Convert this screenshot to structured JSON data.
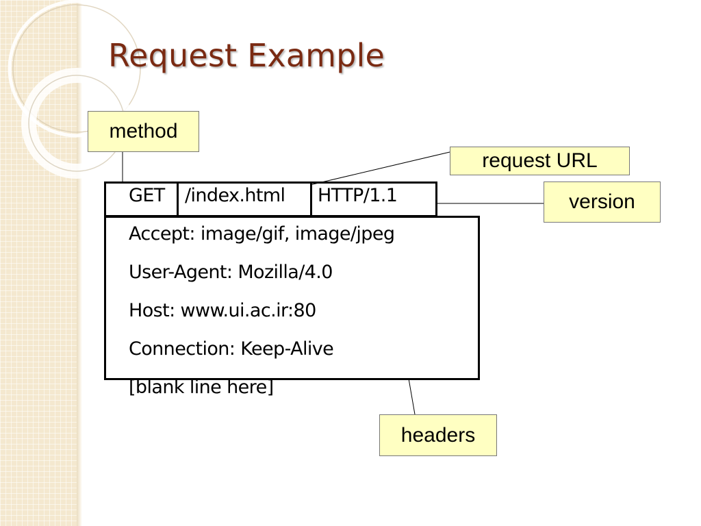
{
  "slide": {
    "title": "Request Example",
    "request_line": {
      "method": "GET",
      "url": "/index.html",
      "version": "HTTP/1.1"
    },
    "headers": [
      "Accept: image/gif, image/jpeg",
      "User-Agent: Mozilla/4.0",
      "Host: www.ui.ac.ir:80",
      "Connection: Keep-Alive"
    ],
    "blank_line": "[blank line here]",
    "labels": {
      "method": "method",
      "request_url": "request URL",
      "version": "version",
      "headers": "headers"
    }
  },
  "colors": {
    "title": "#7a2a12",
    "label_fill": "#ffffc2",
    "sidebar": "#f4e8cf"
  }
}
